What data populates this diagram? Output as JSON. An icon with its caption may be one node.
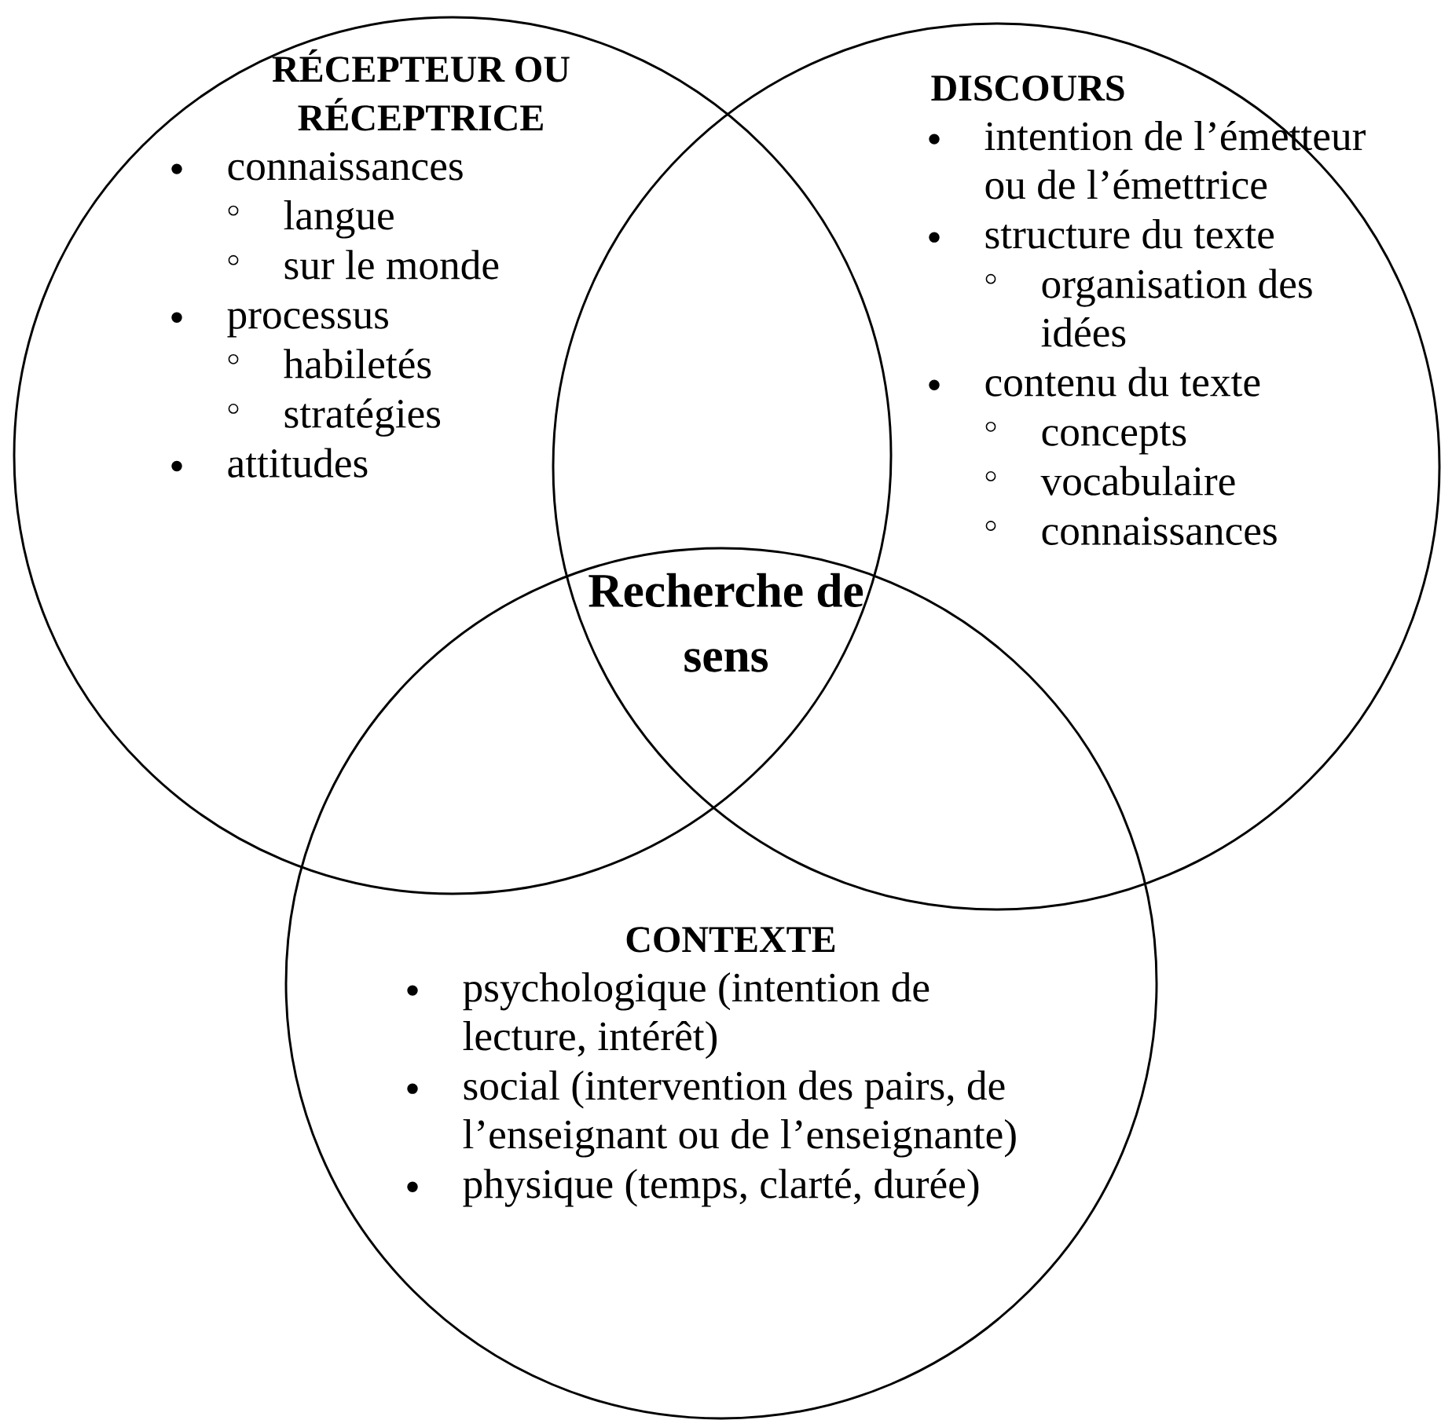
{
  "diagram": {
    "nodes": [
      {
        "text": [
          "RÉCEPTEUR OU RÉCEPTRICE",
          "connaissances",
          "langue",
          "sur le monde",
          "processus",
          "habiletés",
          "stratégies",
          "attitudes"
        ]
      },
      {
        "text": [
          "DISCOURS",
          "intention de l’émetteur ou de l’émettrice",
          "structure du texte",
          "organisation des idées",
          "contenu du texte",
          "concepts",
          "vocabulaire",
          "connaissances"
        ]
      },
      {
        "text": [
          "CONTEXTE",
          "psychologique (intention de lecture, intérêt)",
          "social (intervention des pairs, de l’enseignant ou de l’enseignante)",
          "physique (temps, clarté, durée)"
        ]
      }
    ],
    "labels": [
      "Recherche de sens"
    ]
  }
}
